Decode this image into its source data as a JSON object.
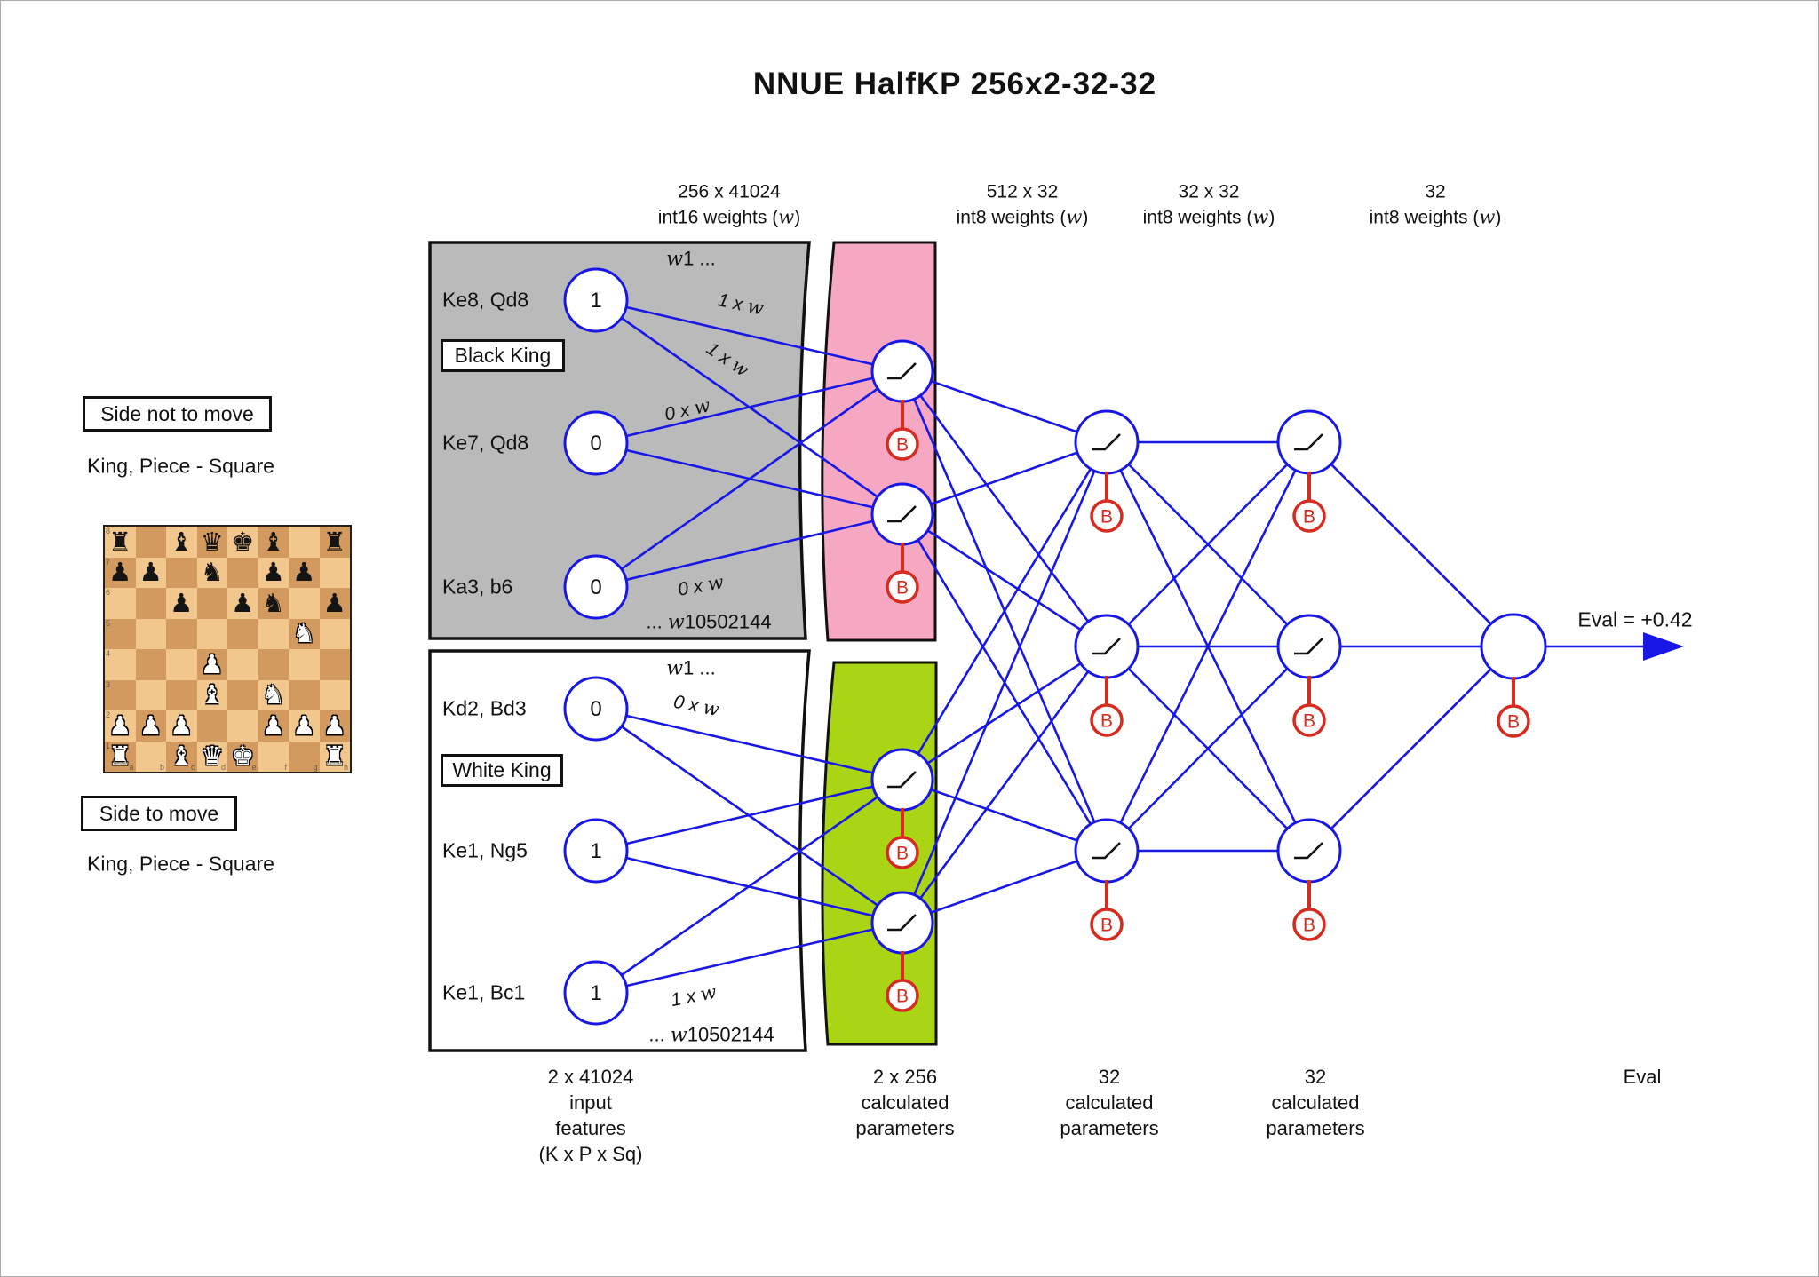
{
  "title": "NNUE HalfKP 256x2-32-32",
  "weight_headers": [
    {
      "dims": "256 x 41024",
      "dtype": "int16 weights"
    },
    {
      "dims": "512 x 32",
      "dtype": "int8 weights"
    },
    {
      "dims": "32 x 32",
      "dtype": "int8 weights"
    },
    {
      "dims": "32",
      "dtype": "int8 weights"
    }
  ],
  "legend": {
    "side_not_to_move": "Side not to move",
    "side_to_move": "Side to move",
    "king_piece_square": "King, Piece - Square"
  },
  "chess_board": {
    "rows": [
      "r1bqkb1r",
      "pp1n1pp1",
      "2p1pn1p",
      "6N1",
      "3P4",
      "3B1N2",
      "PPP2PPP",
      "R1BQK2R"
    ],
    "files": "abcdefgh",
    "ranks": "87654321"
  },
  "input_groups": [
    {
      "king_label": "Black King",
      "first_weight": "w1 ...",
      "last_weight": "... w10502144",
      "inputs": [
        {
          "feature": "Ke8, Qd8",
          "value": "1"
        },
        {
          "feature": "Ke7, Qd8",
          "value": "0"
        },
        {
          "feature": "Ka3, b6",
          "value": "0"
        }
      ]
    },
    {
      "king_label": "White King",
      "first_weight": "w1 ...",
      "last_weight": "... w10502144",
      "inputs": [
        {
          "feature": "Kd2, Bd3",
          "value": "0"
        },
        {
          "feature": "Ke1, Ng5",
          "value": "1"
        },
        {
          "feature": "Ke1, Bc1",
          "value": "1"
        }
      ]
    }
  ],
  "edge_labels": [
    "1 x w",
    "1 x w",
    "0 x w",
    "0 x w",
    "0 x w",
    "1 x w"
  ],
  "bias_label": "B",
  "eval_label": "Eval = +0.42",
  "footer_labels": [
    {
      "lines": [
        "2 x 41024",
        "input",
        "features",
        "(K x P x Sq)"
      ]
    },
    {
      "lines": [
        "2 x 256",
        "calculated",
        "parameters"
      ]
    },
    {
      "lines": [
        "32",
        "calculated",
        "parameters"
      ]
    },
    {
      "lines": [
        "32",
        "calculated",
        "parameters"
      ]
    },
    {
      "lines": [
        "Eval"
      ]
    }
  ],
  "colors": {
    "edge_blue": "#1717E6",
    "bias_red": "#D62B1F",
    "pink": "#F6A8C3",
    "green": "#AAD514",
    "gray": "#BABABA",
    "board_light": "#F1C78E",
    "board_dark": "#D39A5F"
  }
}
